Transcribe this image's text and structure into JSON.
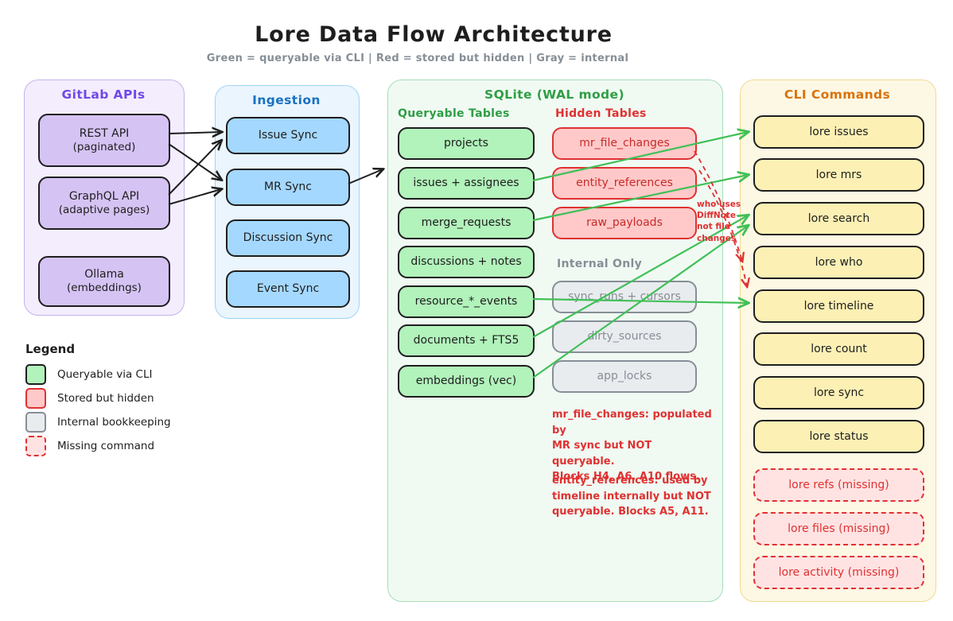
{
  "title": "Lore Data Flow Architecture",
  "subtitle": "Green = queryable via CLI  |  Red = stored but hidden  |  Gray = internal",
  "colors": {
    "queryable_green": "#2f9e44",
    "hidden_red": "#e03131",
    "internal_gray": "#868e96",
    "purple_accent": "#7048e8",
    "blue_accent": "#1971c2",
    "orange_accent": "#d9730d",
    "arrow_green": "#40c057",
    "arrow_black": "#1e1e1e"
  },
  "gitlab": {
    "title": "GitLab APIs",
    "nodes": [
      {
        "label": "REST API",
        "sub": "(paginated)"
      },
      {
        "label": "GraphQL API",
        "sub": "(adaptive pages)"
      },
      {
        "label": "Ollama",
        "sub": "(embeddings)"
      }
    ]
  },
  "ingestion": {
    "title": "Ingestion",
    "nodes": [
      {
        "label": "Issue Sync"
      },
      {
        "label": "MR Sync"
      },
      {
        "label": "Discussion Sync"
      },
      {
        "label": "Event Sync"
      }
    ]
  },
  "sqlite": {
    "title": "SQLite (WAL mode)",
    "queryable_heading": "Queryable Tables",
    "hidden_heading": "Hidden Tables",
    "internal_heading": "Internal Only",
    "queryable": [
      "projects",
      "issues + assignees",
      "merge_requests",
      "discussions + notes",
      "resource_*_events",
      "documents + FTS5",
      "embeddings (vec)"
    ],
    "hidden": [
      "mr_file_changes",
      "entity_references",
      "raw_payloads"
    ],
    "internal": [
      "sync_runs + cursors",
      "dirty_sources",
      "app_locks"
    ],
    "notes": [
      "mr_file_changes: populated by\nMR sync but NOT queryable.\nBlocks H4, A6, A10 flows.",
      "entity_references: used by\ntimeline internally but NOT\nqueryable. Blocks A5, A11."
    ],
    "arrow_note": "who uses\nDiffNote\nnot file\nchanges"
  },
  "cli": {
    "title": "CLI Commands",
    "commands": [
      "lore issues",
      "lore mrs",
      "lore search",
      "lore who",
      "lore timeline",
      "lore count",
      "lore sync",
      "lore status"
    ],
    "missing": [
      "lore refs (missing)",
      "lore files (missing)",
      "lore activity (missing)"
    ]
  },
  "legend": {
    "title": "Legend",
    "items": [
      {
        "label": "Queryable via CLI",
        "type": "green"
      },
      {
        "label": "Stored but hidden",
        "type": "red"
      },
      {
        "label": "Internal bookkeeping",
        "type": "gray"
      },
      {
        "label": "Missing command",
        "type": "missing"
      }
    ]
  }
}
